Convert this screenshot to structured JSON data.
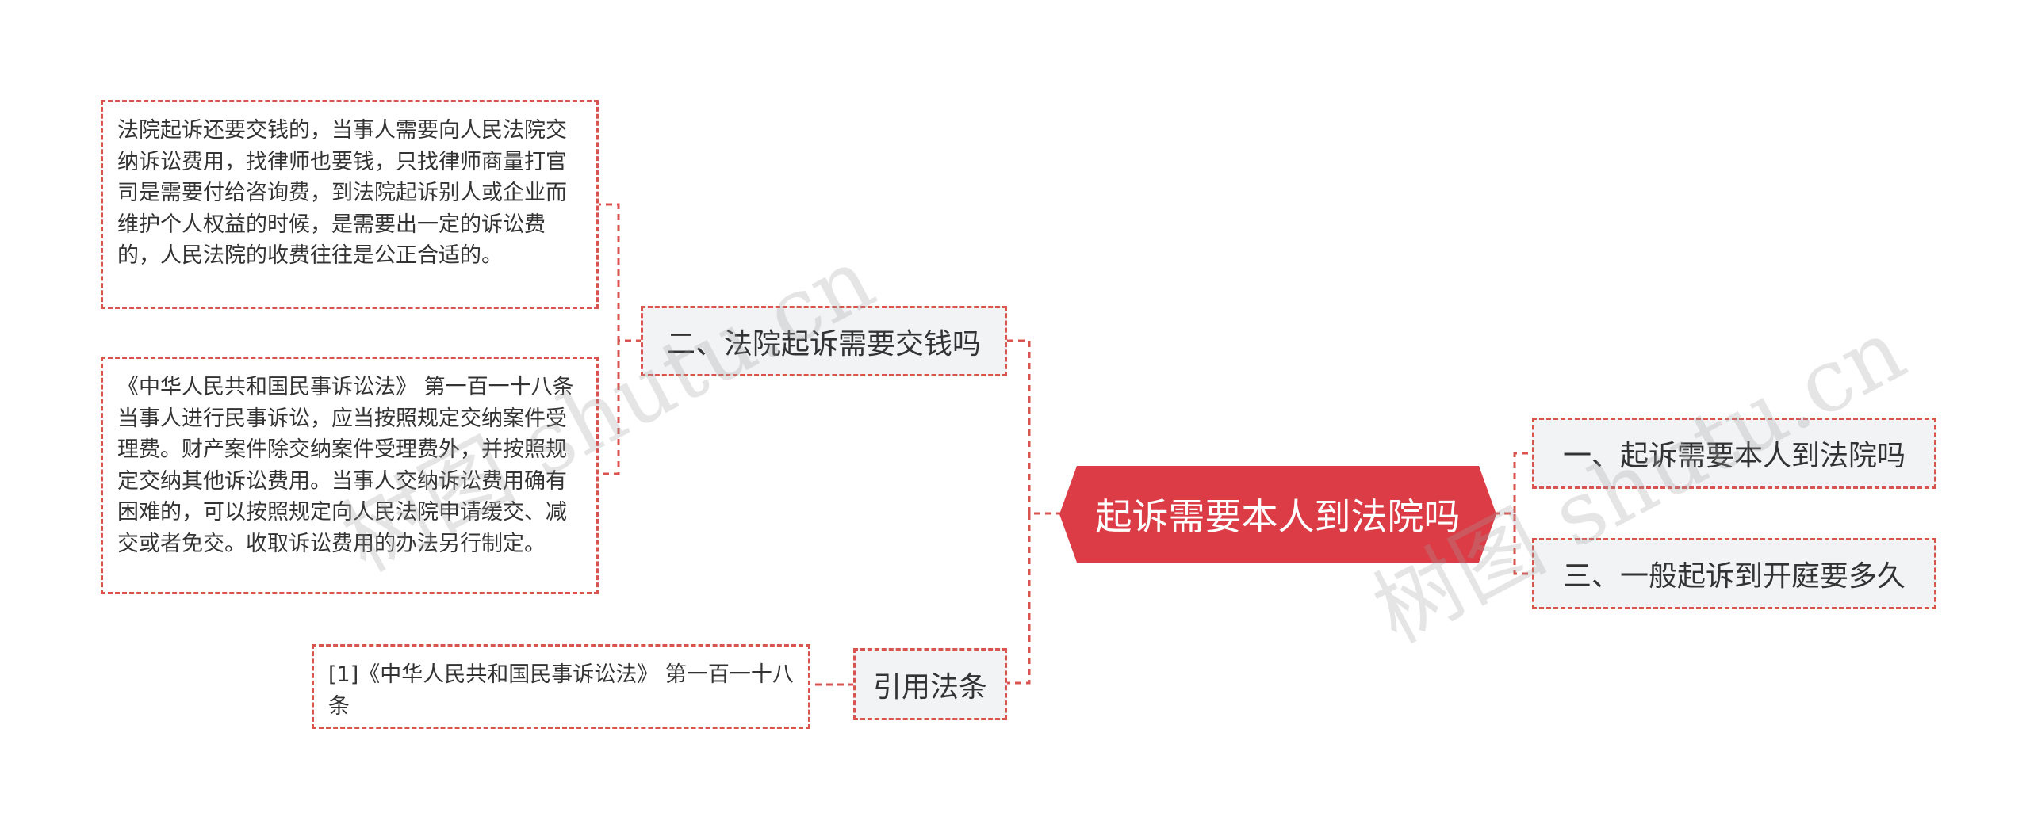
{
  "colors": {
    "accent": "#d9534f",
    "root_fill": "#dc3c46",
    "branch_fill": "#f1f3f5",
    "text": "#333333"
  },
  "root": {
    "label": "起诉需要本人到法院吗"
  },
  "branches": {
    "fees": {
      "label": "二、法院起诉需要交钱吗",
      "leaves": [
        "法院起诉还要交钱的，当事人需要向人民法院交纳诉讼费用，找律师也要钱，只找律师商量打官司是需要付给咨询费，到法院起诉别人或企业而维护个人权益的时候，是需要出一定的诉讼费的，人民法院的收费往往是公正合适的。",
        "《中华人民共和国民事诉讼法》 第一百一十八条当事人进行民事诉讼，应当按照规定交纳案件受理费。财产案件除交纳案件受理费外，并按照规定交纳其他诉讼费用。当事人交纳诉讼费用确有困难的，可以按照规定向人民法院申请缓交、减交或者免交。收取诉讼费用的办法另行制定。"
      ]
    },
    "citation": {
      "label": "引用法条",
      "leaf": "[1]《中华人民共和国民事诉讼法》 第一百一十八条"
    },
    "in_person": {
      "label": "一、起诉需要本人到法院吗"
    },
    "timing": {
      "label": "三、一般起诉到开庭要多久"
    }
  },
  "watermarks": [
    "树图 shutu.cn",
    "树图 shutu.cn"
  ]
}
